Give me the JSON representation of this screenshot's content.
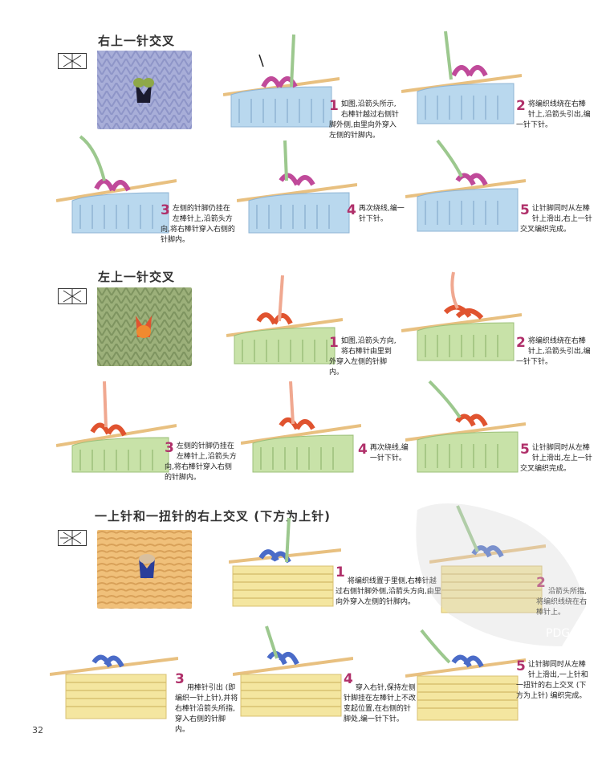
{
  "sections": [
    {
      "title": "右上一针交叉",
      "symbol_icon": "cross-right-symbol",
      "swatch_color": "#aab0d8",
      "accent_color": "#c04a9a",
      "fabric_color": "#b9d8ee",
      "steps": [
        {
          "num": "1",
          "text": "如图,沿箭头所示,右棒针越过右侧针脚外侧,由里向外穿入左侧的针脚内。"
        },
        {
          "num": "2",
          "text": "将编织线绕在右棒针上,沿箭头引出,编一针下针。"
        },
        {
          "num": "3",
          "text": "左侧的针脚仍挂在左棒针上,沿箭头方向,将右棒针穿入右侧的针脚内。"
        },
        {
          "num": "4",
          "text": "再次绕线,编一针下针。"
        },
        {
          "num": "5",
          "text": "让针脚同时从左棒针上滑出,右上一针交叉编织完成。"
        }
      ]
    },
    {
      "title": "左上一针交叉",
      "symbol_icon": "cross-left-symbol",
      "swatch_color": "#9cb07a",
      "accent_color": "#e0532f",
      "fabric_color": "#c8e2a8",
      "steps": [
        {
          "num": "1",
          "text": "如图,沿箭头方向,将右棒针由里到外穿入左侧的针脚内。"
        },
        {
          "num": "2",
          "text": "将编织线绕在右棒针上,沿箭头引出,编一针下针。"
        },
        {
          "num": "3",
          "text": "左侧的针脚仍挂在左棒针上,沿箭头方向,将右棒针穿入右侧的针脚内。"
        },
        {
          "num": "4",
          "text": "再次绕线,编一针下针。"
        },
        {
          "num": "5",
          "text": "让针脚同时从左棒针上滑出,左上一针交叉编织完成。"
        }
      ]
    },
    {
      "title": "一上针和一扭针的右上交叉 (下方为上针)",
      "symbol_icon": "twist-cross-symbol",
      "swatch_color": "#f0c07a",
      "accent_color": "#4a6bc8",
      "fabric_color": "#f4e6a0",
      "steps": [
        {
          "num": "1",
          "text": "将编织线置于里侧,右棒针越过右侧针脚外侧,沿箭头方向,由里向外穿入左侧的针脚内。"
        },
        {
          "num": "2",
          "text": "沿箭头所指,将编织线绕在右棒针上。"
        },
        {
          "num": "3",
          "text": "用棒针引出 (即编织一针上针),并将右棒针沿箭头所指,穿入右侧的针脚内。"
        },
        {
          "num": "4",
          "text": "穿入右针,保持左侧针脚挂在左棒针上不改变起位置,在右侧的针脚处,编一针下针。"
        },
        {
          "num": "5",
          "text": "让针脚同时从左棒针上滑出,一上针和一扭针的右上交叉 (下方为上针) 编织完成。"
        }
      ]
    }
  ],
  "page_number": "32",
  "watermark_text": "PDG"
}
